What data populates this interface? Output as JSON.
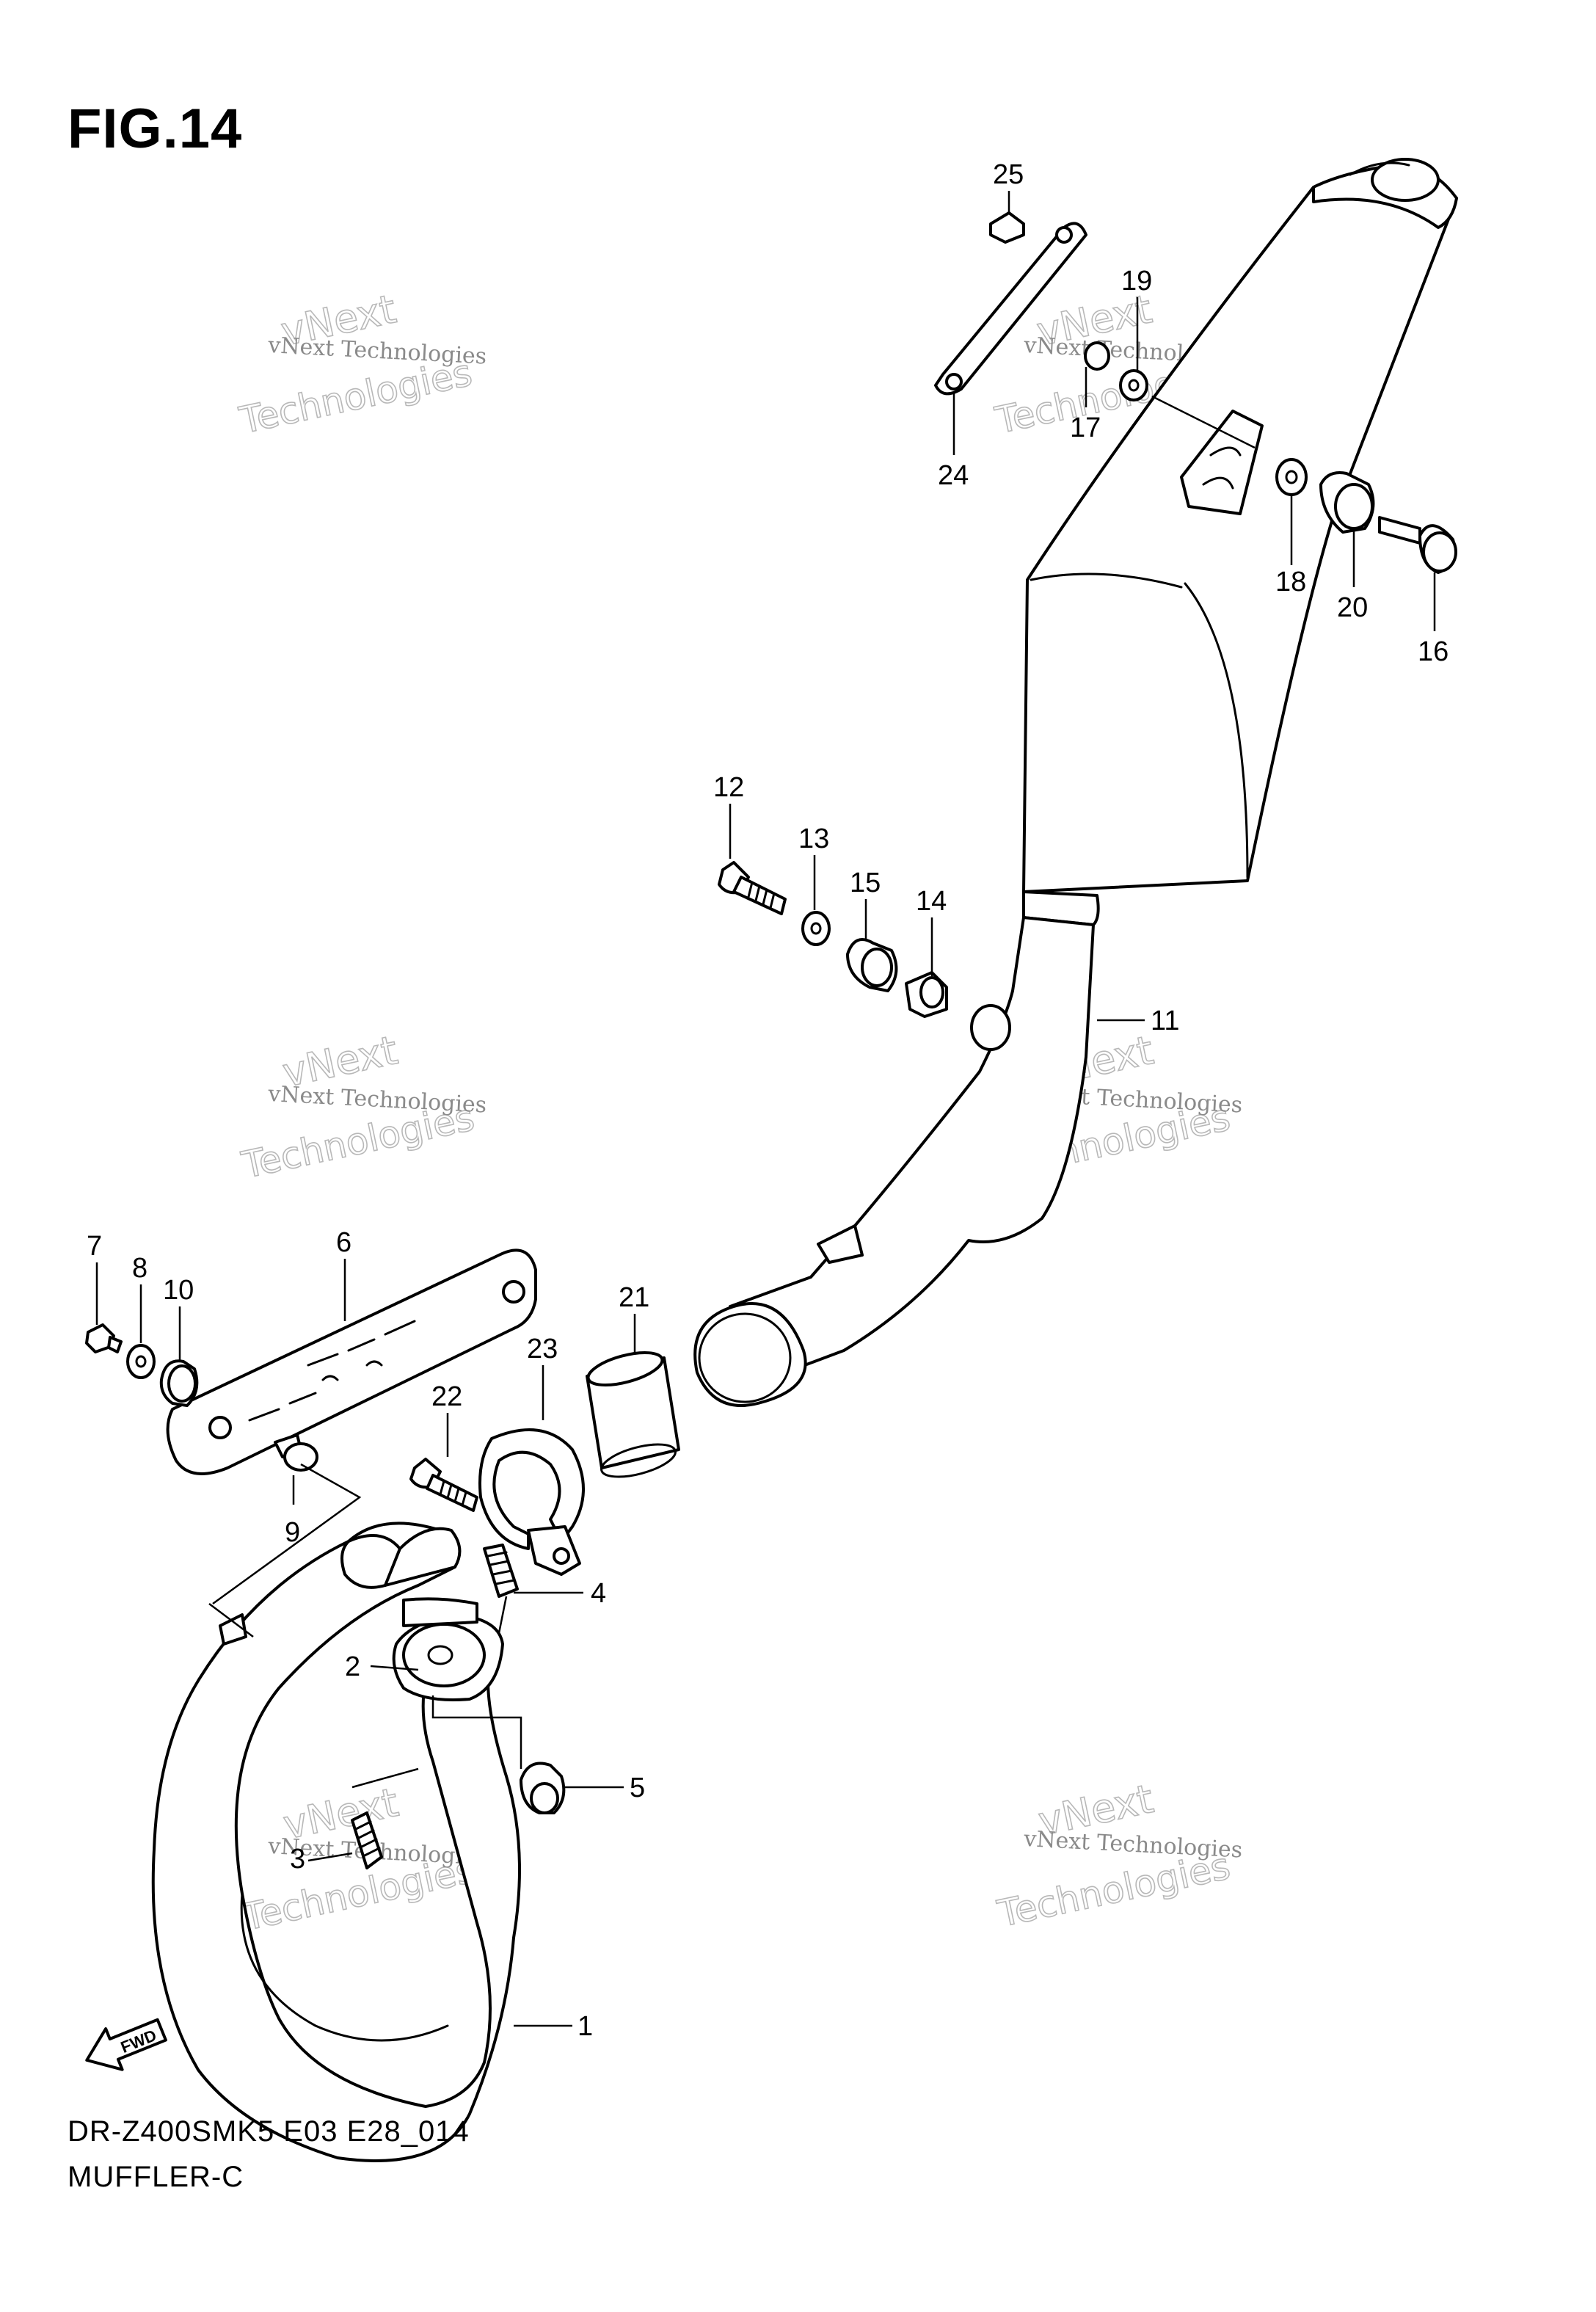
{
  "figure": {
    "title": "FIG.14",
    "model_code": "DR-Z400SMK5 E03 E28_014",
    "section": "MUFFLER-C",
    "direction_label": "FWD"
  },
  "watermark": {
    "line_small": "vNext Technologies",
    "line_brand": "vNext",
    "line_large": "Technologies"
  },
  "parts": [
    {
      "ref": "1"
    },
    {
      "ref": "2"
    },
    {
      "ref": "3"
    },
    {
      "ref": "4"
    },
    {
      "ref": "5"
    },
    {
      "ref": "6"
    },
    {
      "ref": "7"
    },
    {
      "ref": "8"
    },
    {
      "ref": "9"
    },
    {
      "ref": "10"
    },
    {
      "ref": "11"
    },
    {
      "ref": "12"
    },
    {
      "ref": "13"
    },
    {
      "ref": "14"
    },
    {
      "ref": "15"
    },
    {
      "ref": "16"
    },
    {
      "ref": "17"
    },
    {
      "ref": "18"
    },
    {
      "ref": "19"
    },
    {
      "ref": "20"
    },
    {
      "ref": "21"
    },
    {
      "ref": "22"
    },
    {
      "ref": "23"
    },
    {
      "ref": "24"
    },
    {
      "ref": "25"
    }
  ]
}
